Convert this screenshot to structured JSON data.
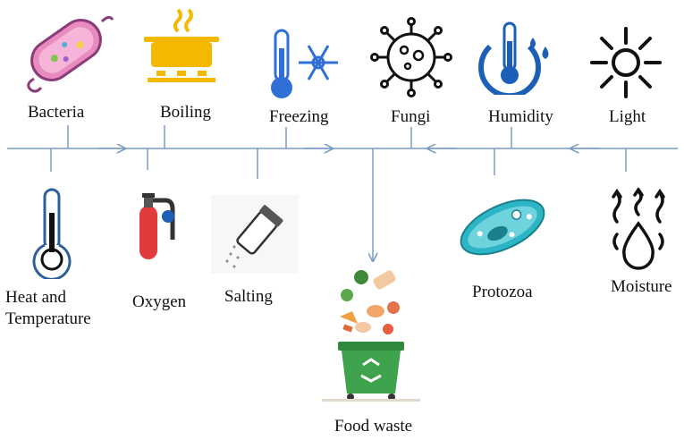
{
  "labels": {
    "bacteria": "Bacteria",
    "boiling": "Boiling",
    "freezing": "Freezing",
    "fungi": "Fungi",
    "humidity": "Humidity",
    "light": "Light",
    "heat_line1": "Heat and",
    "heat_line2": "Temperature",
    "oxygen": "Oxygen",
    "salting": "Salting",
    "food_waste": "Food waste",
    "protozoa": "Protozoa",
    "moisture": "Moisture"
  },
  "colors": {
    "line": "#7a9cc6",
    "bacteria": "#e88cc0",
    "boiling": "#f5b800",
    "thermo": "#2f6fd6",
    "snow": "#2f6fd6",
    "oxygen": "#e23b3b",
    "protozoa": "#2bb5c5",
    "bin": "#3fa34d"
  },
  "icons": [
    "bacteria-icon",
    "boiling-pot-icon",
    "freezing-icon",
    "fungi-icon",
    "humidity-icon",
    "sun-icon",
    "thermometer-icon",
    "oxygen-cylinder-icon",
    "salt-shaker-icon",
    "food-waste-bin-icon",
    "protozoa-icon",
    "moisture-icon"
  ]
}
